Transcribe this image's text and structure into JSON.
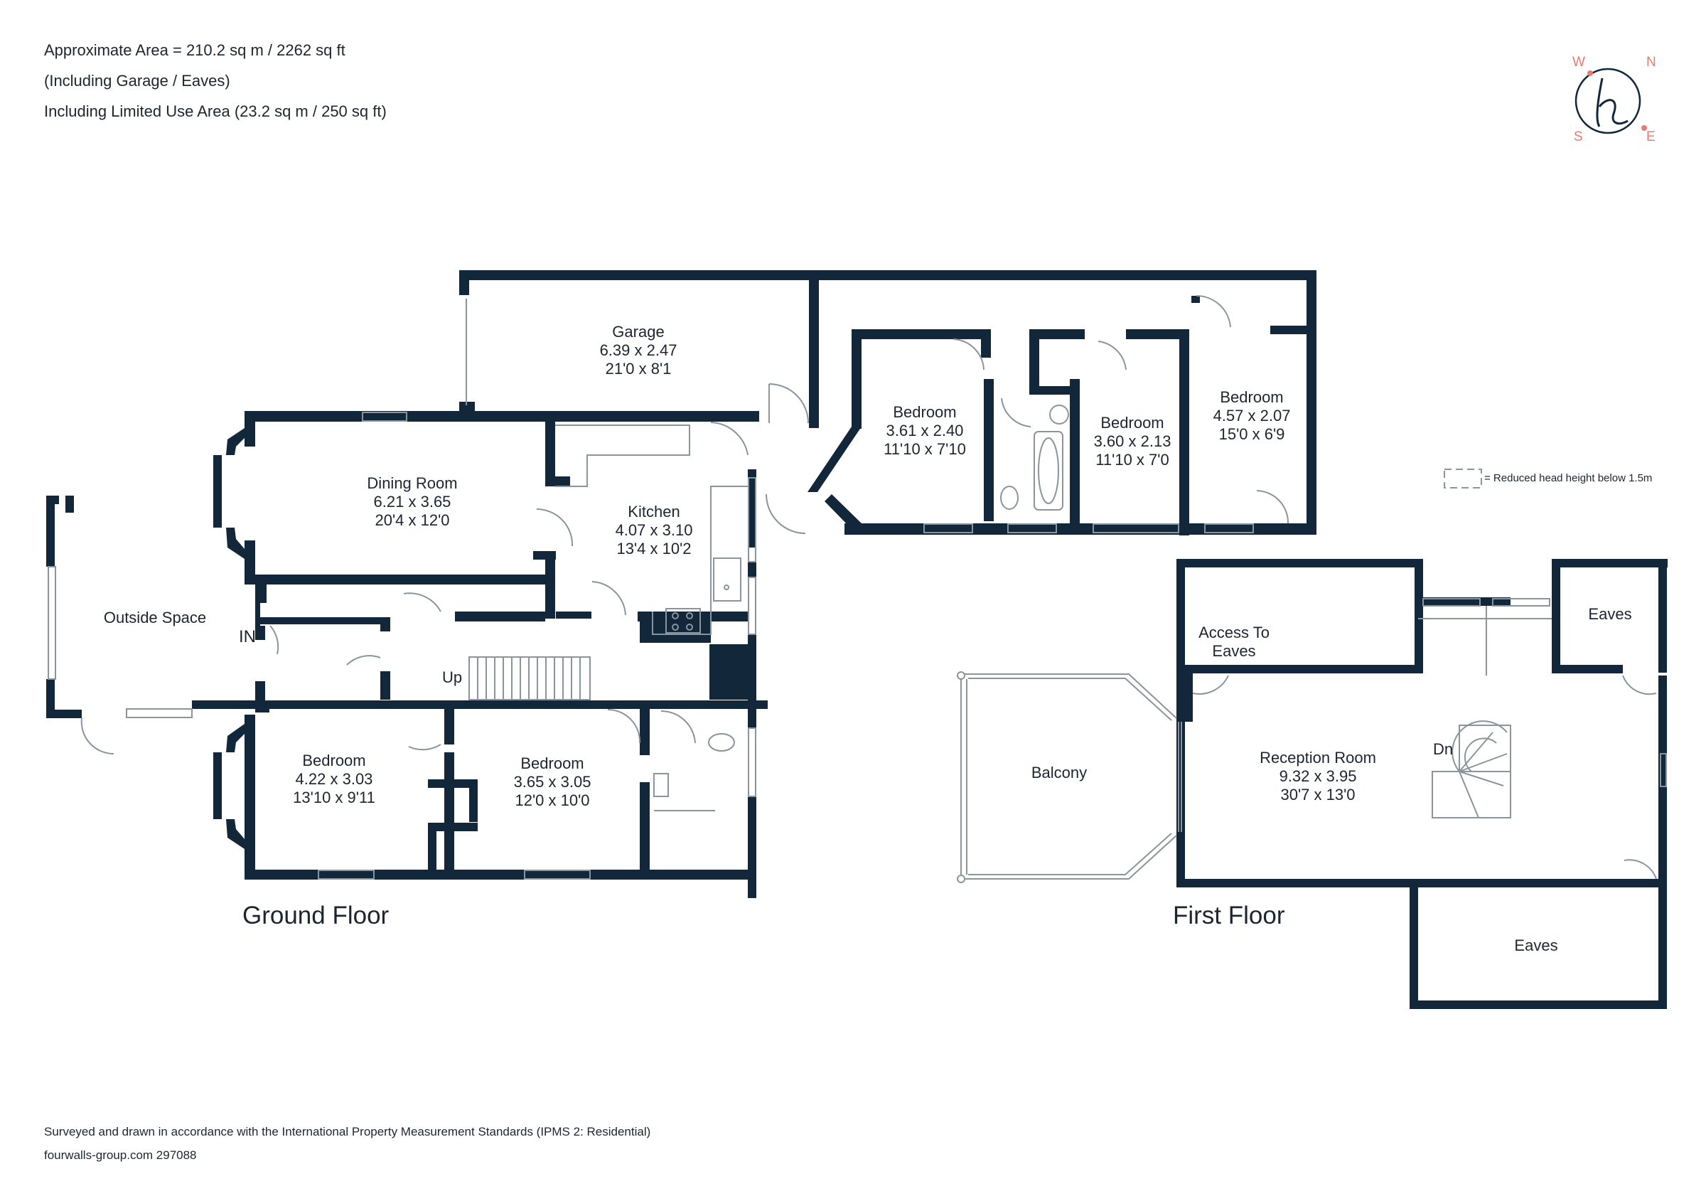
{
  "header": {
    "area_line": "Approximate Area = 210.2 sq m / 2262 sq ft",
    "including_line": "(Including Garage / Eaves)",
    "limited_use_line": "Including Limited Use Area (23.2 sq m / 250 sq ft)"
  },
  "compass": {
    "w": "W",
    "n": "N",
    "s": "S",
    "e": "E",
    "logo_letter": "h"
  },
  "legend": {
    "text": "= Reduced head height below 1.5m"
  },
  "floors": {
    "ground": "Ground Floor",
    "first": "First Floor"
  },
  "labels": {
    "in": "IN",
    "up": "Up",
    "dn": "Dn"
  },
  "rooms": {
    "garage": {
      "name": "Garage",
      "metric": "6.39 x 2.47",
      "imperial": "21'0 x 8'1"
    },
    "dining": {
      "name": "Dining Room",
      "metric": "6.21 x 3.65",
      "imperial": "20'4 x 12'0"
    },
    "kitchen": {
      "name": "Kitchen",
      "metric": "4.07 x 3.10",
      "imperial": "13'4 x 10'2"
    },
    "outside": {
      "name": "Outside Space"
    },
    "bed_gf1": {
      "name": "Bedroom",
      "metric": "4.22 x 3.03",
      "imperial": "13'10 x 9'11"
    },
    "bed_gf2": {
      "name": "Bedroom",
      "metric": "3.65 x 3.05",
      "imperial": "12'0 x 10'0"
    },
    "bed_a": {
      "name": "Bedroom",
      "metric": "3.61 x 2.40",
      "imperial": "11'10 x 7'10"
    },
    "bed_b": {
      "name": "Bedroom",
      "metric": "3.60 x 2.13",
      "imperial": "11'10 x 7'0"
    },
    "bed_c": {
      "name": "Bedroom",
      "metric": "4.57 x 2.07",
      "imperial": "15'0 x 6'9"
    },
    "access": {
      "line1": "Access To",
      "line2": "Eaves"
    },
    "eaves_top": {
      "name": "Eaves"
    },
    "eaves_bottom": {
      "name": "Eaves"
    },
    "balcony": {
      "name": "Balcony"
    },
    "reception": {
      "name": "Reception Room",
      "metric": "9.32 x 3.95",
      "imperial": "30'7 x 13'0"
    }
  },
  "footer": {
    "survey_note": "Surveyed and drawn in accordance with the International Property Measurement Standards (IPMS 2: Residential)",
    "reference": "fourwalls-group.com 297088"
  },
  "colors": {
    "wall": "#13273a",
    "accent": "#e77b72",
    "line": "#8a949c",
    "text": "#1d2530"
  }
}
